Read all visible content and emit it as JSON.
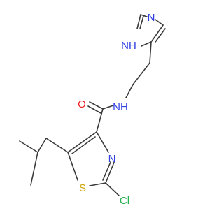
{
  "molecule": {
    "colors": {
      "bond": "#3a3a3a",
      "nitrogen": "#2f3fe0",
      "oxygen": "#ee1c1c",
      "sulfur": "#c9a400",
      "chlorine": "#22b14c"
    },
    "labels": {
      "imidazole_nh": "NH",
      "imidazole_n": "N",
      "amide_nh": "NH",
      "amide_o": "O",
      "thiazole_n": "N",
      "thiazole_s": "S",
      "chloro": "Cl"
    }
  }
}
